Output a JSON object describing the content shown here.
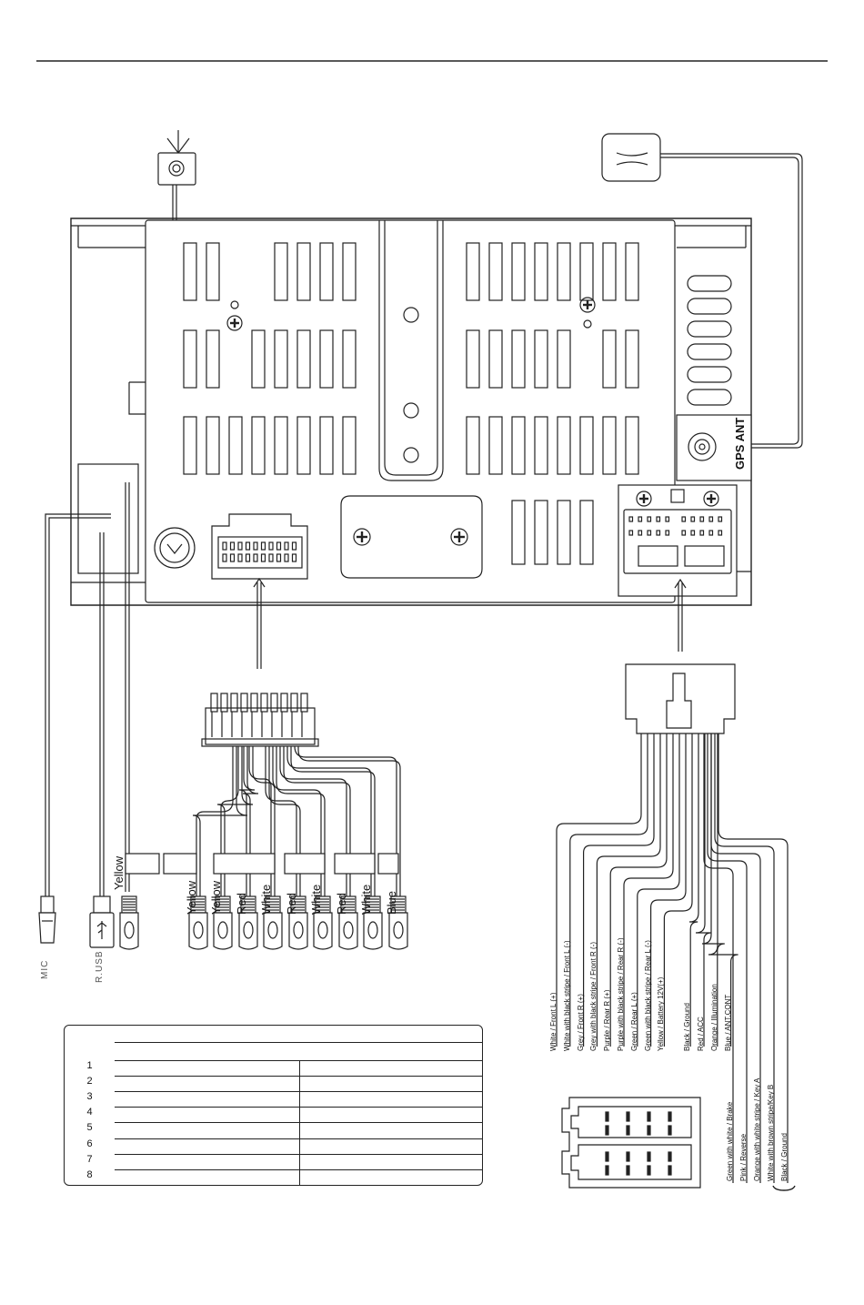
{
  "rca_colors": [
    "Yellow",
    "Yellow",
    "Red",
    "White",
    "Red",
    "White",
    "Red",
    "White",
    "Blue"
  ],
  "video_out_color": "Yellow",
  "side_labels": {
    "mic": "MIC",
    "usb": "R.USB"
  },
  "gps_label": "GPS ANT",
  "wire_labels": [
    "White / Front L (+)",
    "White with black stripe / Front L (-)",
    "Grey / Front R (+)",
    "Grey with black stripe / Front R (-)",
    "Purple / Rear R (+)",
    "Purple with black stripe / Rear R (-)",
    "Green / Rear L (+)",
    "Green with black stripe / Rear L (-)",
    "Yellow / Battery 12V(+)",
    "Black / Ground",
    "Red / ACC",
    "Orange / Illumination",
    "Blue / ANT.CONT"
  ],
  "lower_wire_labels": [
    "Green with white / Brake",
    "Pink / Reverse",
    "Orange with white stripe / Key A",
    "White with brown stripe/Key B",
    "Black / Ground"
  ],
  "pin_table": {
    "rows": [
      "1",
      "2",
      "3",
      "4",
      "5",
      "6",
      "7",
      "8"
    ],
    "col_a": [
      "",
      "",
      "",
      "",
      "",
      "",
      "",
      ""
    ],
    "col_b": [
      "",
      "",
      "",
      "",
      "",
      "",
      "",
      ""
    ]
  },
  "colors": {
    "line": "#222222",
    "fill": "#ffffff"
  }
}
